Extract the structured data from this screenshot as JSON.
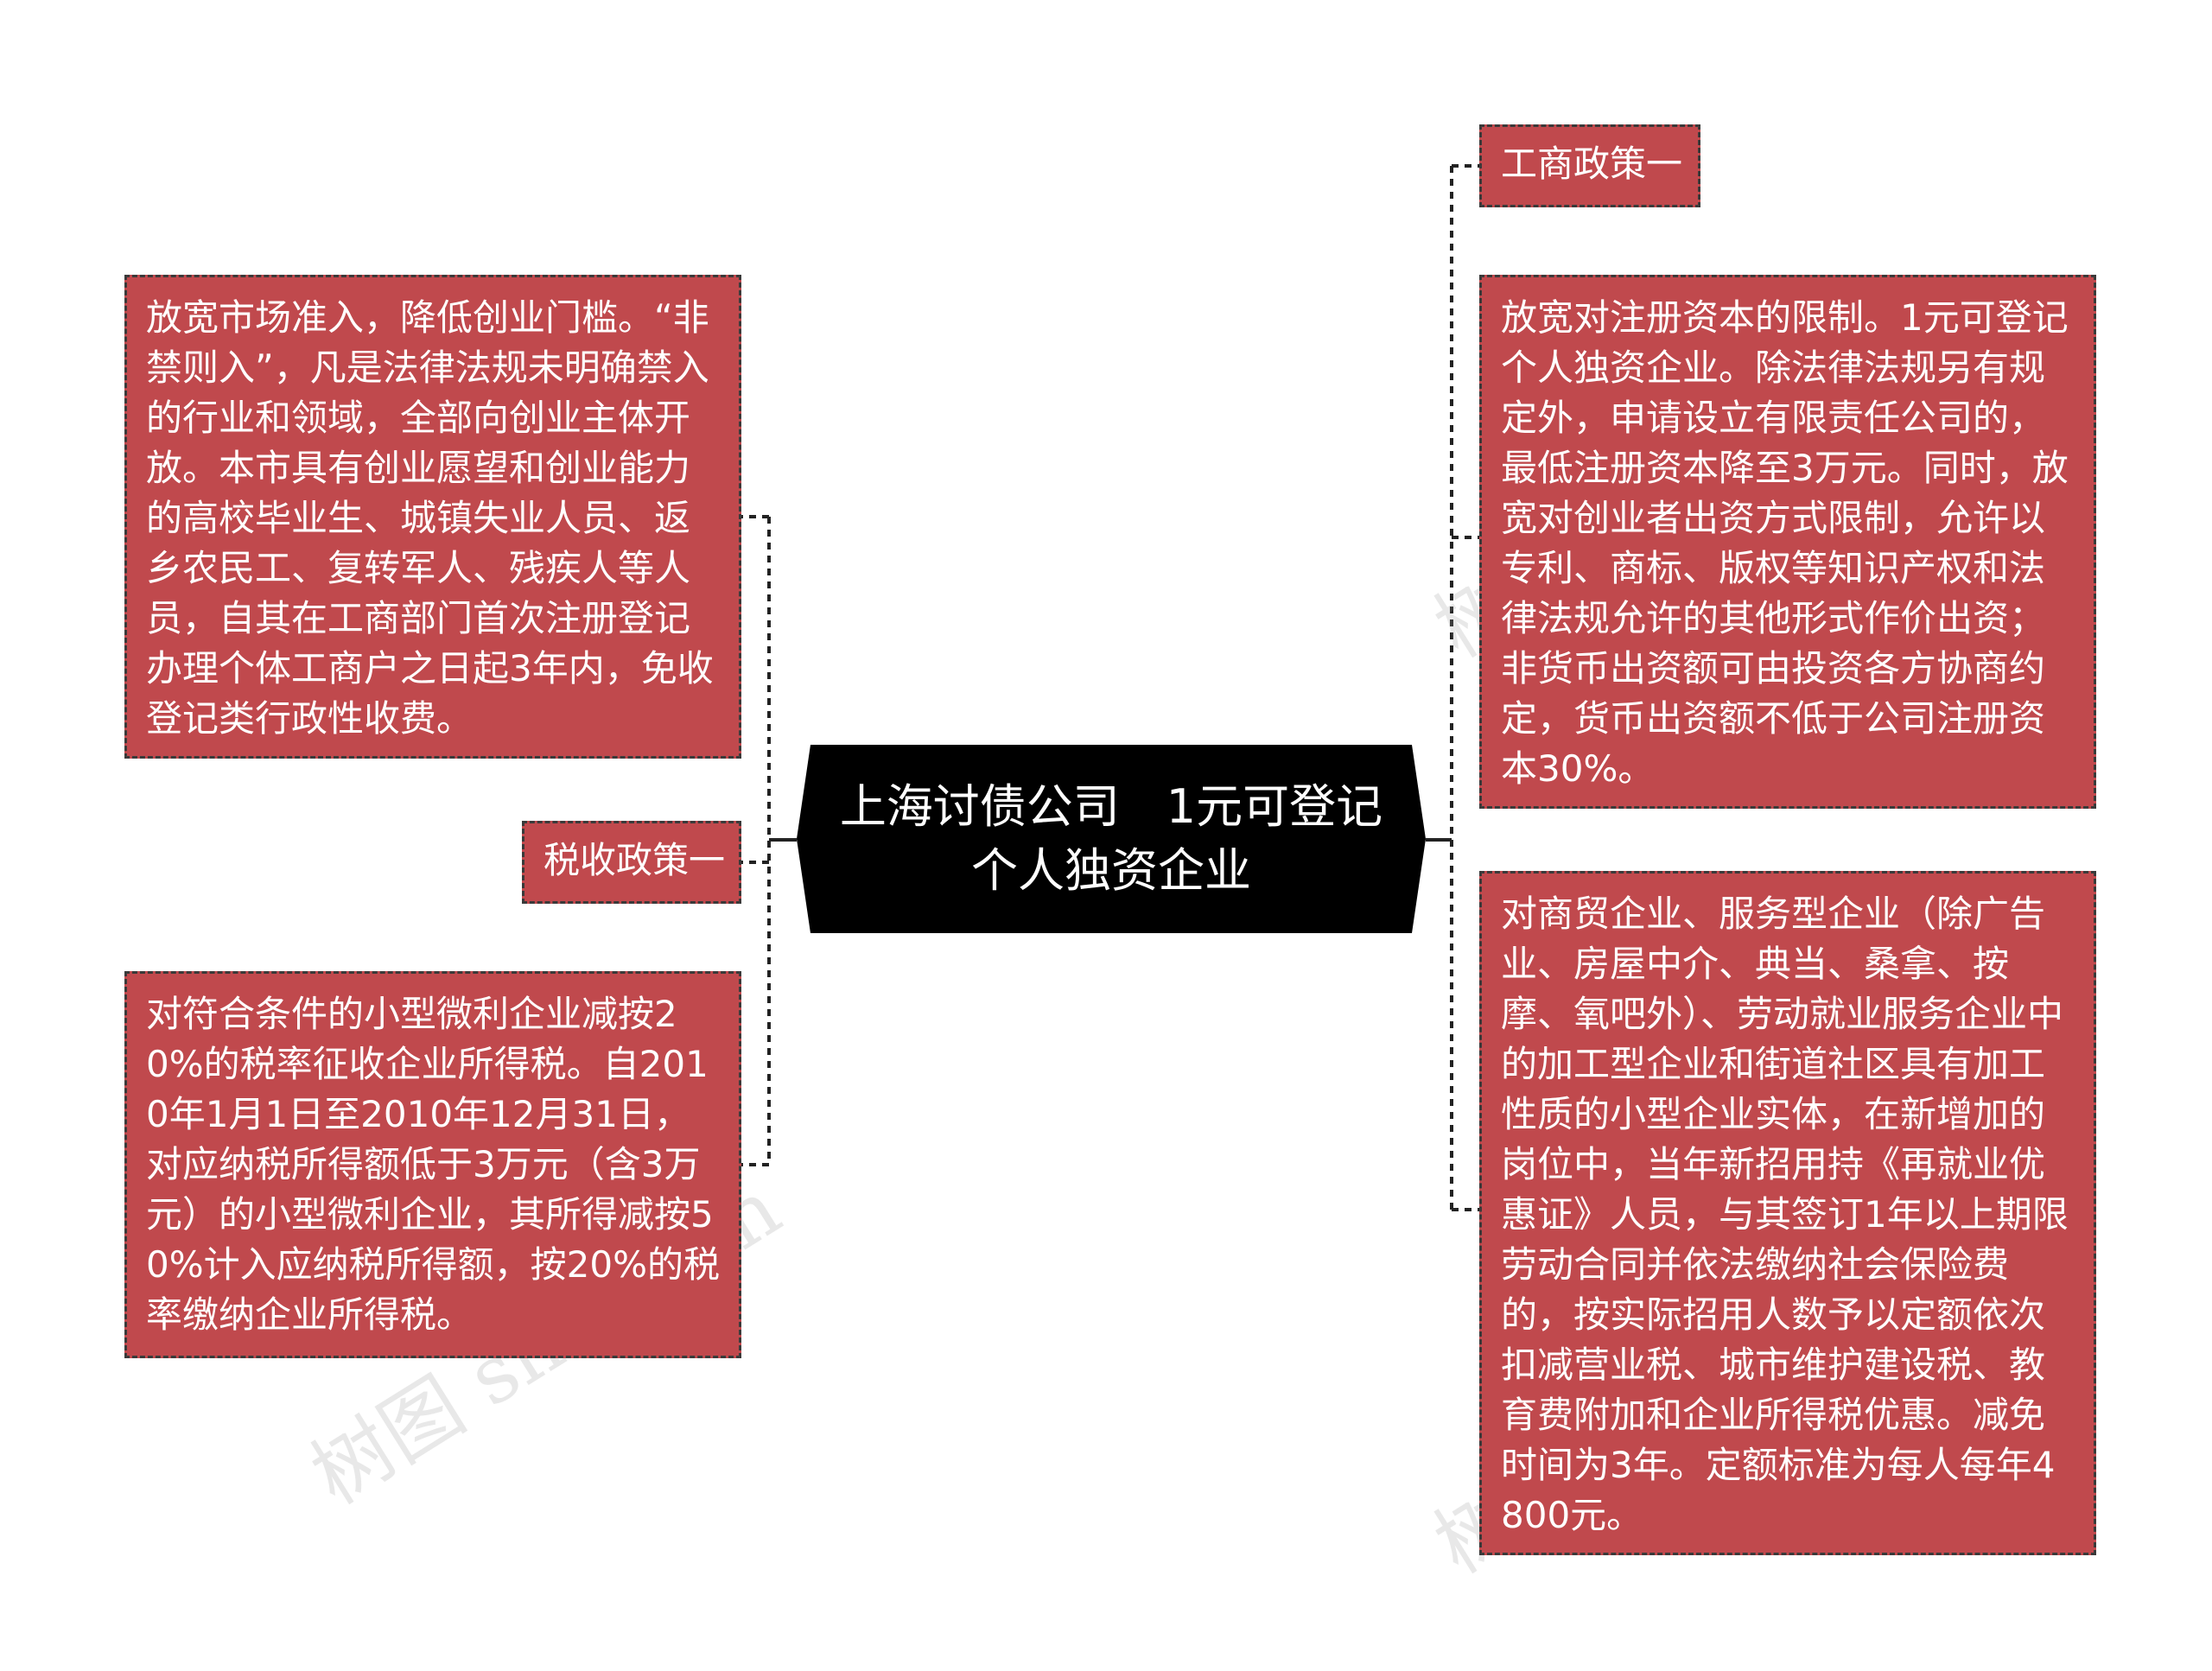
{
  "center": {
    "title": "上海讨债公司　1元可登记个人独资企业"
  },
  "left": {
    "top_text": "放宽市场准入，降低创业门槛。“非禁则入”，凡是法律法规未明确禁入的行业和领域，全部向创业主体开放。本市具有创业愿望和创业能力的高校毕业生、城镇失业人员、返乡农民工、复转军人、残疾人等人员，自其在工商部门首次注册登记办理个体工商户之日起3年内，免收登记类行政性收费。",
    "label": "税收政策一",
    "bottom_text": "对符合条件的小型微利企业减按20%的税率征收企业所得税。自2010年1月1日至2010年12月31日，对应纳税所得额低于3万元（含3万元）的小型微利企业，其所得减按50%计入应纳税所得额，按20%的税率缴纳企业所得税。"
  },
  "right": {
    "label": "工商政策一",
    "middle_text": "放宽对注册资本的限制。1元可登记个人独资企业。除法律法规另有规定外，申请设立有限责任公司的，最低注册资本降至3万元。同时，放宽对创业者出资方式限制，允许以专利、商标、版权等知识产权和法律法规允许的其他形式作价出资；非货币出资额可由投资各方协商约定，货币出资额不低于公司注册资本30%。",
    "bottom_text": "对商贸企业、服务型企业（除广告业、房屋中介、典当、桑拿、按摩、氧吧外）、劳动就业服务企业中的加工型企业和街道社区具有加工性质的小型企业实体，在新增加的岗位中，当年新招用持《再就业优惠证》人员，与其签订1年以上期限劳动合同并依法缴纳社会保险费的，按实际招用人数予以定额依次扣减营业税、城市维护建设税、教育费附加和企业所得税优惠。减免时间为3年。定额标准为每人每年4800元。"
  },
  "watermarks": [
    "树图 shutu.cn",
    "树图 shutu.cn",
    "树图 shutu.cn",
    "树图 shutu.cn"
  ],
  "colors": {
    "node_fill": "#c0494d",
    "center_fill": "#000000",
    "connector": "#222222"
  }
}
